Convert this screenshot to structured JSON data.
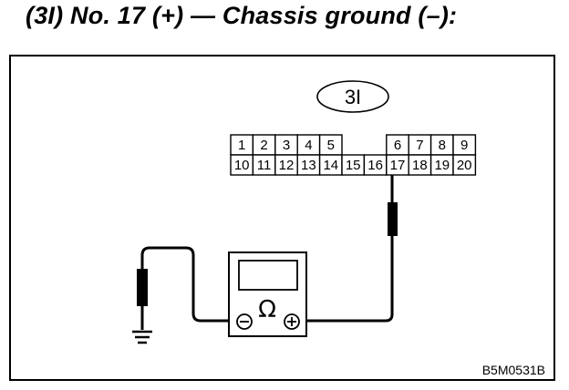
{
  "title": "(3I) No. 17 (+) — Chassis ground (–):",
  "connector": {
    "label": "3I",
    "top_row_left": [
      "1",
      "2",
      "3",
      "4",
      "5"
    ],
    "top_row_right": [
      "6",
      "7",
      "8",
      "9"
    ],
    "bottom_row": [
      "10",
      "11",
      "12",
      "13",
      "14",
      "15",
      "16",
      "17",
      "18",
      "19",
      "20"
    ]
  },
  "meter": {
    "symbol": "Ω",
    "negative": "⊖",
    "positive": "⊕"
  },
  "figure_code": "B5M0531B"
}
